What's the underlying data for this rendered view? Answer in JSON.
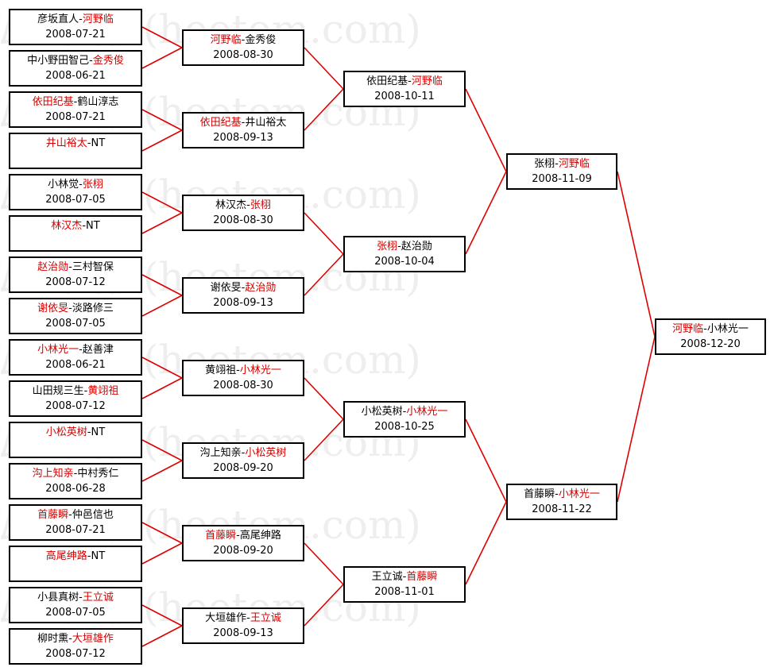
{
  "watermark": "弘通围棋(hoetom.com)",
  "colors": {
    "winner": "#d40000",
    "line": "#e00000",
    "border": "#000000",
    "watermark": "#eeeeee"
  },
  "matches": [
    {
      "id": "r1-1",
      "p1": "彦坂直人",
      "p2": "河野临",
      "winner": 2,
      "date": "2008-07-21"
    },
    {
      "id": "r1-2",
      "p1": "中小野田智己",
      "p2": "金秀俊",
      "winner": 2,
      "date": "2008-06-21"
    },
    {
      "id": "r1-3",
      "p1": "依田纪基",
      "p2": "鹤山淳志",
      "winner": 1,
      "date": "2008-07-21"
    },
    {
      "id": "r1-4",
      "p1": "井山裕太",
      "p2": "NT",
      "winner": 1,
      "date": ""
    },
    {
      "id": "r1-5",
      "p1": "小林觉",
      "p2": "张栩",
      "winner": 2,
      "date": "2008-07-05"
    },
    {
      "id": "r1-6",
      "p1": "林汉杰",
      "p2": "NT",
      "winner": 1,
      "date": ""
    },
    {
      "id": "r1-7",
      "p1": "赵治勋",
      "p2": "三村智保",
      "winner": 1,
      "date": "2008-07-12"
    },
    {
      "id": "r1-8",
      "p1": "谢依旻",
      "p2": "淡路修三",
      "winner": 1,
      "date": "2008-07-05"
    },
    {
      "id": "r1-9",
      "p1": "小林光一",
      "p2": "赵善津",
      "winner": 1,
      "date": "2008-06-21"
    },
    {
      "id": "r1-10",
      "p1": "山田规三生",
      "p2": "黄翊祖",
      "winner": 2,
      "date": "2008-07-12"
    },
    {
      "id": "r1-11",
      "p1": "小松英树",
      "p2": "NT",
      "winner": 1,
      "date": ""
    },
    {
      "id": "r1-12",
      "p1": "沟上知亲",
      "p2": "中村秀仁",
      "winner": 1,
      "date": "2008-06-28"
    },
    {
      "id": "r1-13",
      "p1": "首藤瞬",
      "p2": "仲邑信也",
      "winner": 1,
      "date": "2008-07-21"
    },
    {
      "id": "r1-14",
      "p1": "高尾绅路",
      "p2": "NT",
      "winner": 1,
      "date": ""
    },
    {
      "id": "r1-15",
      "p1": "小县真树",
      "p2": "王立诚",
      "winner": 2,
      "date": "2008-07-05"
    },
    {
      "id": "r1-16",
      "p1": "柳时熏",
      "p2": "大垣雄作",
      "winner": 2,
      "date": "2008-07-12"
    },
    {
      "id": "r2-1",
      "p1": "河野临",
      "p2": "金秀俊",
      "winner": 1,
      "date": "2008-08-30"
    },
    {
      "id": "r2-2",
      "p1": "依田纪基",
      "p2": "井山裕太",
      "winner": 1,
      "date": "2008-09-13"
    },
    {
      "id": "r2-3",
      "p1": "林汉杰",
      "p2": "张栩",
      "winner": 2,
      "date": "2008-08-30"
    },
    {
      "id": "r2-4",
      "p1": "谢依旻",
      "p2": "赵治勋",
      "winner": 2,
      "date": "2008-09-13"
    },
    {
      "id": "r2-5",
      "p1": "黄翊祖",
      "p2": "小林光一",
      "winner": 2,
      "date": "2008-08-30"
    },
    {
      "id": "r2-6",
      "p1": "沟上知亲",
      "p2": "小松英树",
      "winner": 2,
      "date": "2008-09-20"
    },
    {
      "id": "r2-7",
      "p1": "首藤瞬",
      "p2": "高尾绅路",
      "winner": 1,
      "date": "2008-09-20"
    },
    {
      "id": "r2-8",
      "p1": "大垣雄作",
      "p2": "王立诚",
      "winner": 2,
      "date": "2008-09-13"
    },
    {
      "id": "r3-1",
      "p1": "依田纪基",
      "p2": "河野临",
      "winner": 2,
      "date": "2008-10-11"
    },
    {
      "id": "r3-2",
      "p1": "张栩",
      "p2": "赵治勋",
      "winner": 1,
      "date": "2008-10-04"
    },
    {
      "id": "r3-3",
      "p1": "小松英树",
      "p2": "小林光一",
      "winner": 2,
      "date": "2008-10-25"
    },
    {
      "id": "r3-4",
      "p1": "王立诚",
      "p2": "首藤瞬",
      "winner": 2,
      "date": "2008-11-01"
    },
    {
      "id": "r4-1",
      "p1": "张栩",
      "p2": "河野临",
      "winner": 2,
      "date": "2008-11-09"
    },
    {
      "id": "r4-2",
      "p1": "首藤瞬",
      "p2": "小林光一",
      "winner": 2,
      "date": "2008-11-22"
    },
    {
      "id": "r5-1",
      "p1": "河野临",
      "p2": "小林光一",
      "winner": 1,
      "date": "2008-12-20"
    }
  ]
}
